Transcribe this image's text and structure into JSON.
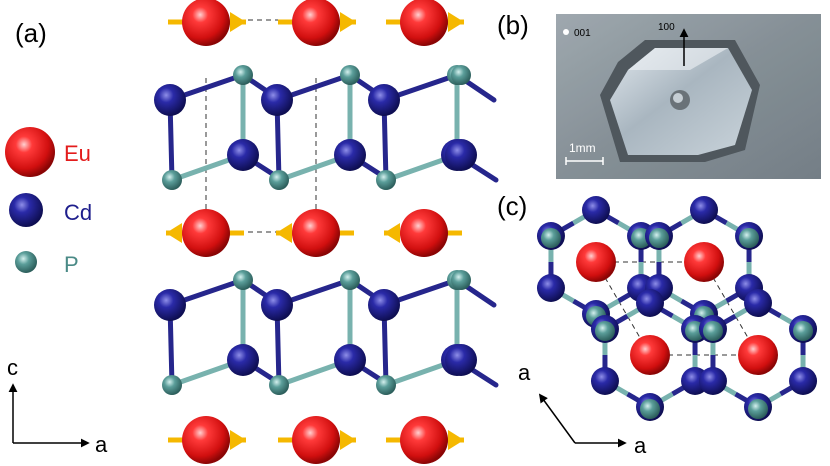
{
  "panels": {
    "a": "(a)",
    "b": "(b)",
    "c": "(c)"
  },
  "legend": [
    {
      "symbol": "Eu",
      "color": "#e31c1c"
    },
    {
      "symbol": "Cd",
      "color": "#1e1e8c"
    },
    {
      "symbol": "P",
      "color": "#4a8a86"
    }
  ],
  "axes_a": {
    "vertical": "c",
    "horizontal": "a"
  },
  "axes_c": {
    "diagonal": "a",
    "horizontal": "a"
  },
  "photo": {
    "orientation_label": "001",
    "direction_label": "100",
    "scale_label": "1mm"
  },
  "colors": {
    "eu": "#e31c1c",
    "cd": "#1e1e8c",
    "p": "#4a8a86",
    "arrow": "#f5b800",
    "bond_cd": "#26268c",
    "bond_p": "#78b2ae"
  }
}
